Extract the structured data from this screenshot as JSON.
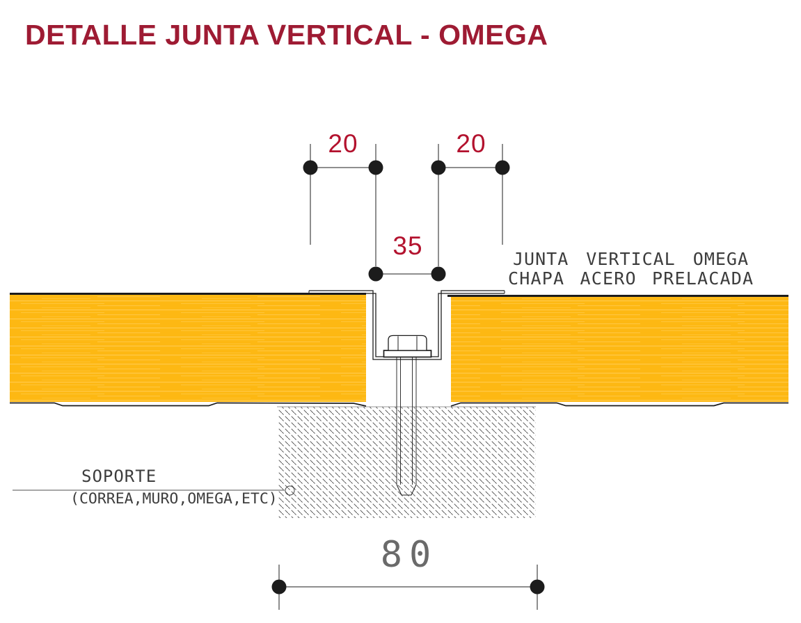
{
  "title": "DETALLE JUNTA VERTICAL - OMEGA",
  "labels": {
    "joint_line1": "JUNTA VERTICAL OMEGA",
    "joint_line2": "CHAPA ACERO PRELACADA",
    "support": "SOPORTE",
    "support_detail": "(CORREA,MURO,OMEGA,ETC)"
  },
  "dimensions": {
    "overlap_left_mm": "20",
    "overlap_right_mm": "20",
    "channel_width_mm": "35",
    "support_width_mm": "80"
  },
  "colors": {
    "title_red": "#9E1B33",
    "dimension_red": "#B3122E",
    "panel_yellow": "#FDB813",
    "panel_streak": "#FFCB4F",
    "line_dark": "#1C1C1C",
    "cad_text": "#3D3D3D",
    "dim_gray": "#6A6A6A",
    "hatch_gray": "#4A4A4A"
  }
}
